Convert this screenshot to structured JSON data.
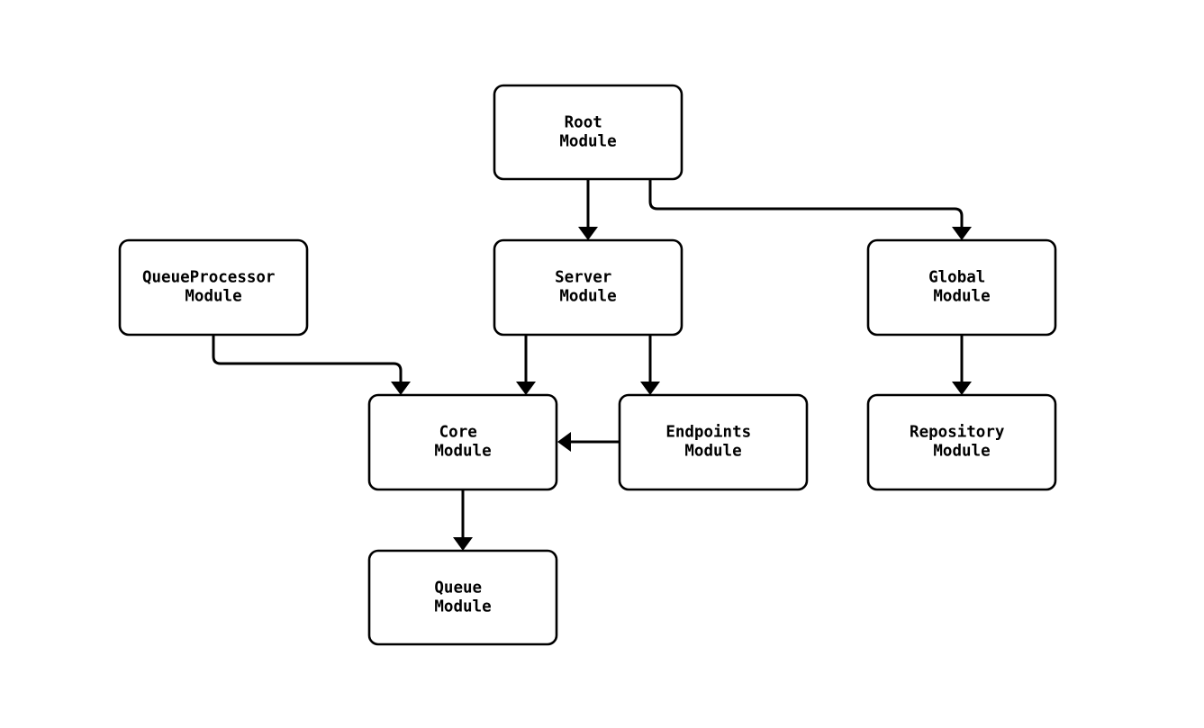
{
  "diagram": {
    "type": "flowchart",
    "direction": "top-down",
    "background_color": "#ffffff",
    "node_fill_color": "#ffffff",
    "node_border_color": "#000000",
    "edge_color": "#000000",
    "text_color": "#000000",
    "nodes": {
      "root": {
        "line1": "Root",
        "line2": "Module"
      },
      "queueProcessor": {
        "line1": "QueueProcessor",
        "line2": "Module"
      },
      "server": {
        "line1": "Server",
        "line2": "Module"
      },
      "global": {
        "line1": "Global",
        "line2": "Module"
      },
      "core": {
        "line1": "Core",
        "line2": "Module"
      },
      "endpoints": {
        "line1": "Endpoints",
        "line2": "Module"
      },
      "repository": {
        "line1": "Repository",
        "line2": "Module"
      },
      "queue": {
        "line1": "Queue",
        "line2": "Module"
      }
    },
    "edges": [
      {
        "from": "Root Module",
        "to": "Server Module"
      },
      {
        "from": "Root Module",
        "to": "Global Module"
      },
      {
        "from": "QueueProcessor Module",
        "to": "Core Module"
      },
      {
        "from": "Server Module",
        "to": "Core Module"
      },
      {
        "from": "Server Module",
        "to": "Endpoints Module"
      },
      {
        "from": "Global Module",
        "to": "Repository Module"
      },
      {
        "from": "Endpoints Module",
        "to": "Core Module"
      },
      {
        "from": "Core Module",
        "to": "Queue Module"
      }
    ]
  }
}
